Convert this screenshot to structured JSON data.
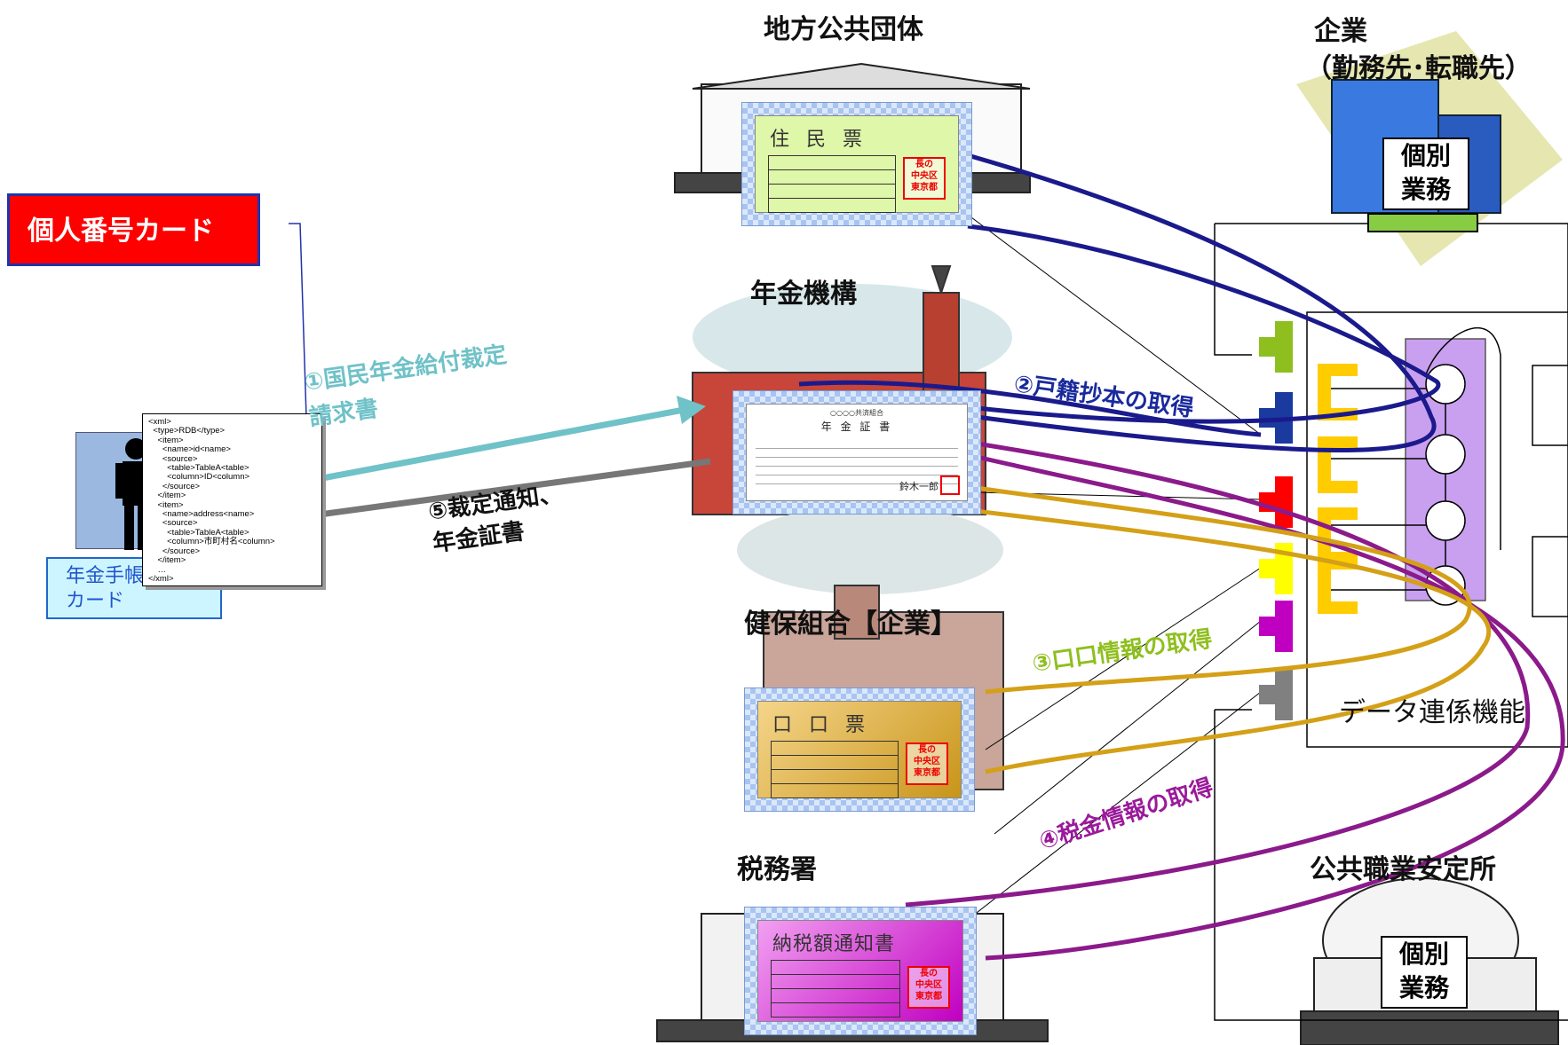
{
  "entities": {
    "local_gov": "地方公共団体",
    "company": "企業",
    "company_sub": "（勤務先･転職先）",
    "nenkin_kikou": "年金機構",
    "kenpo": "健保組合【企業】",
    "tax_office": "税務署",
    "hello_work": "公共職業安定所",
    "data_link": "データ連係機能",
    "individual_work_1": "個別\n業務",
    "individual_work_2": "個別\n業務"
  },
  "cards": {
    "my_number": "個人番号カード",
    "pension_card": "年金手帳機能\nカード"
  },
  "documents": {
    "juminhyo": "住 民 票",
    "nenkin_shosho": "年 金 証 書",
    "nenkin_org": "○○○○共済組合",
    "nenkin_signer": "鈴木一郎",
    "kosekihyo": "口 口 票",
    "tax_notice": "納税額通知書",
    "seal_text": "長の\n中央区\n東京都"
  },
  "flows": {
    "step1": "①国民年金給付裁定\n請求書",
    "step2": "②戸籍抄本の取得",
    "step3": "③口口情報の取得",
    "step4": "④税金情報の取得",
    "step5": "⑤裁定通知、\n年金証書"
  },
  "xml_sample": "<xml>\n  <type>RDB</type>\n    <item>\n      <name>id<name>\n      <source>\n        <table>TableA<table>\n        <column>ID<column>\n      </source>\n    </item>\n    <item>\n      <name>address<name>\n      <source>\n        <table>TableA<table>\n        <column>市町村名<column>\n      </source>\n    </item>\n    …\n</xml>",
  "colors": {
    "blue_flow": "#1a1a8c",
    "purple_flow": "#8b1a8b",
    "gold_flow": "#d4a017",
    "teal_arrow": "#6fc2c8",
    "gray_arrow": "#777777",
    "step2_color": "#1a2a9c",
    "step3_color": "#8fbf1f",
    "step4_color": "#9a1a9a"
  },
  "connector_colors": [
    "#8fbf1f",
    "#1a3aa0",
    "#ff0000",
    "#ffff00",
    "#c000c0",
    "#808080"
  ]
}
